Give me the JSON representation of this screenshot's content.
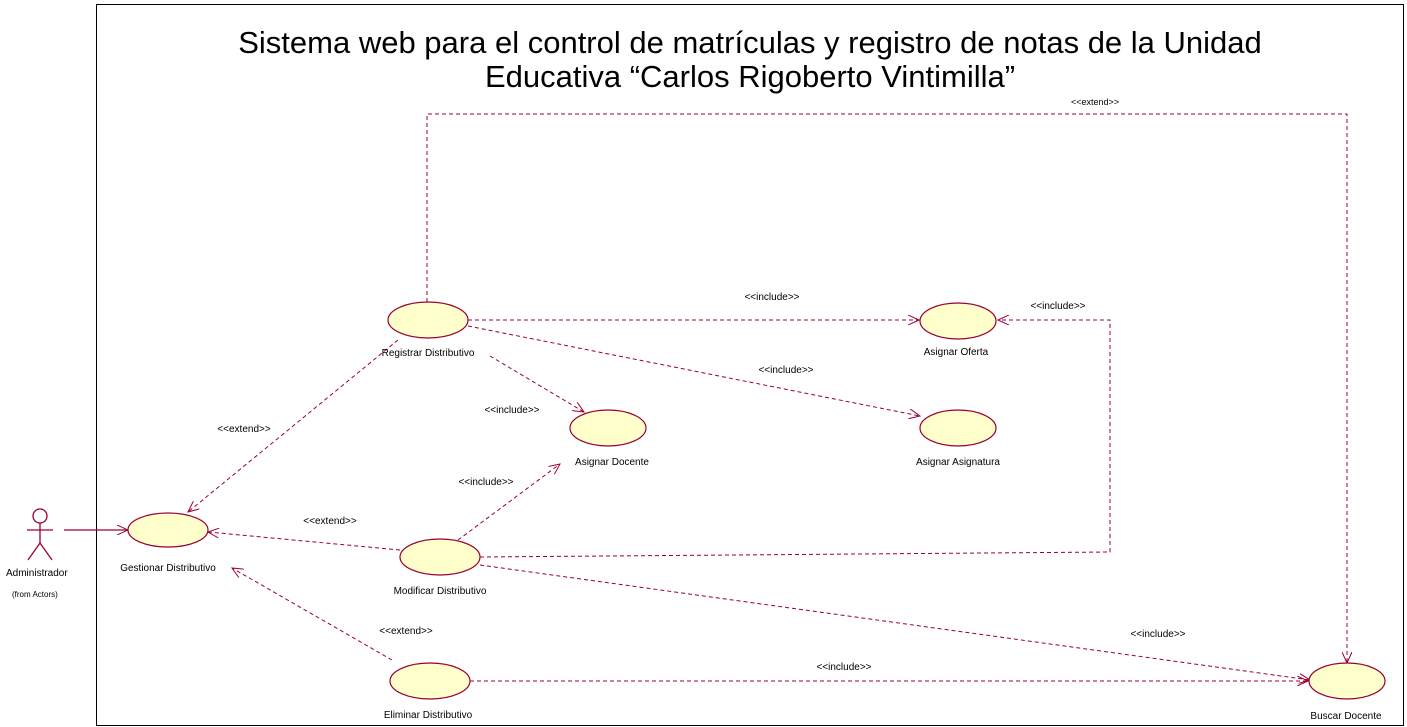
{
  "title": {
    "line1": "Sistema web para el control de matrículas y registro de notas de la Unidad",
    "line2": "Educativa “Carlos Rigoberto Vintimilla”"
  },
  "actor": {
    "name": "Administrador",
    "note": "(from Actors)"
  },
  "use_cases": {
    "gestionar": "Gestionar Distributivo",
    "registrar": "Registrar Distributivo",
    "modificar": "Modificar Distributivo",
    "eliminar": "Eliminar Distributivo",
    "asignar_docente": "Asignar Docente",
    "asignar_oferta": "Asignar Oferta",
    "asignar_asignatura": "Asignar Asignatura",
    "buscar_docente": "Buscar Docente"
  },
  "relations": {
    "registrar_gestionar": "<<extend>>",
    "modificar_gestionar": "<<extend>>",
    "eliminar_gestionar": "<<extend>>",
    "registrar_buscar": "<<extend>>",
    "registrar_oferta": "<<include>>",
    "registrar_asignatura": "<<include>>",
    "registrar_docente": "<<include>>",
    "modificar_docente": "<<include>>",
    "modificar_oferta": "<<include>>",
    "modificar_buscar": "<<include>>",
    "eliminar_buscar": "<<include>>"
  },
  "colors": {
    "usecase_fill": "#ffffcc",
    "usecase_stroke": "#990033",
    "relation_line": "#990033"
  }
}
